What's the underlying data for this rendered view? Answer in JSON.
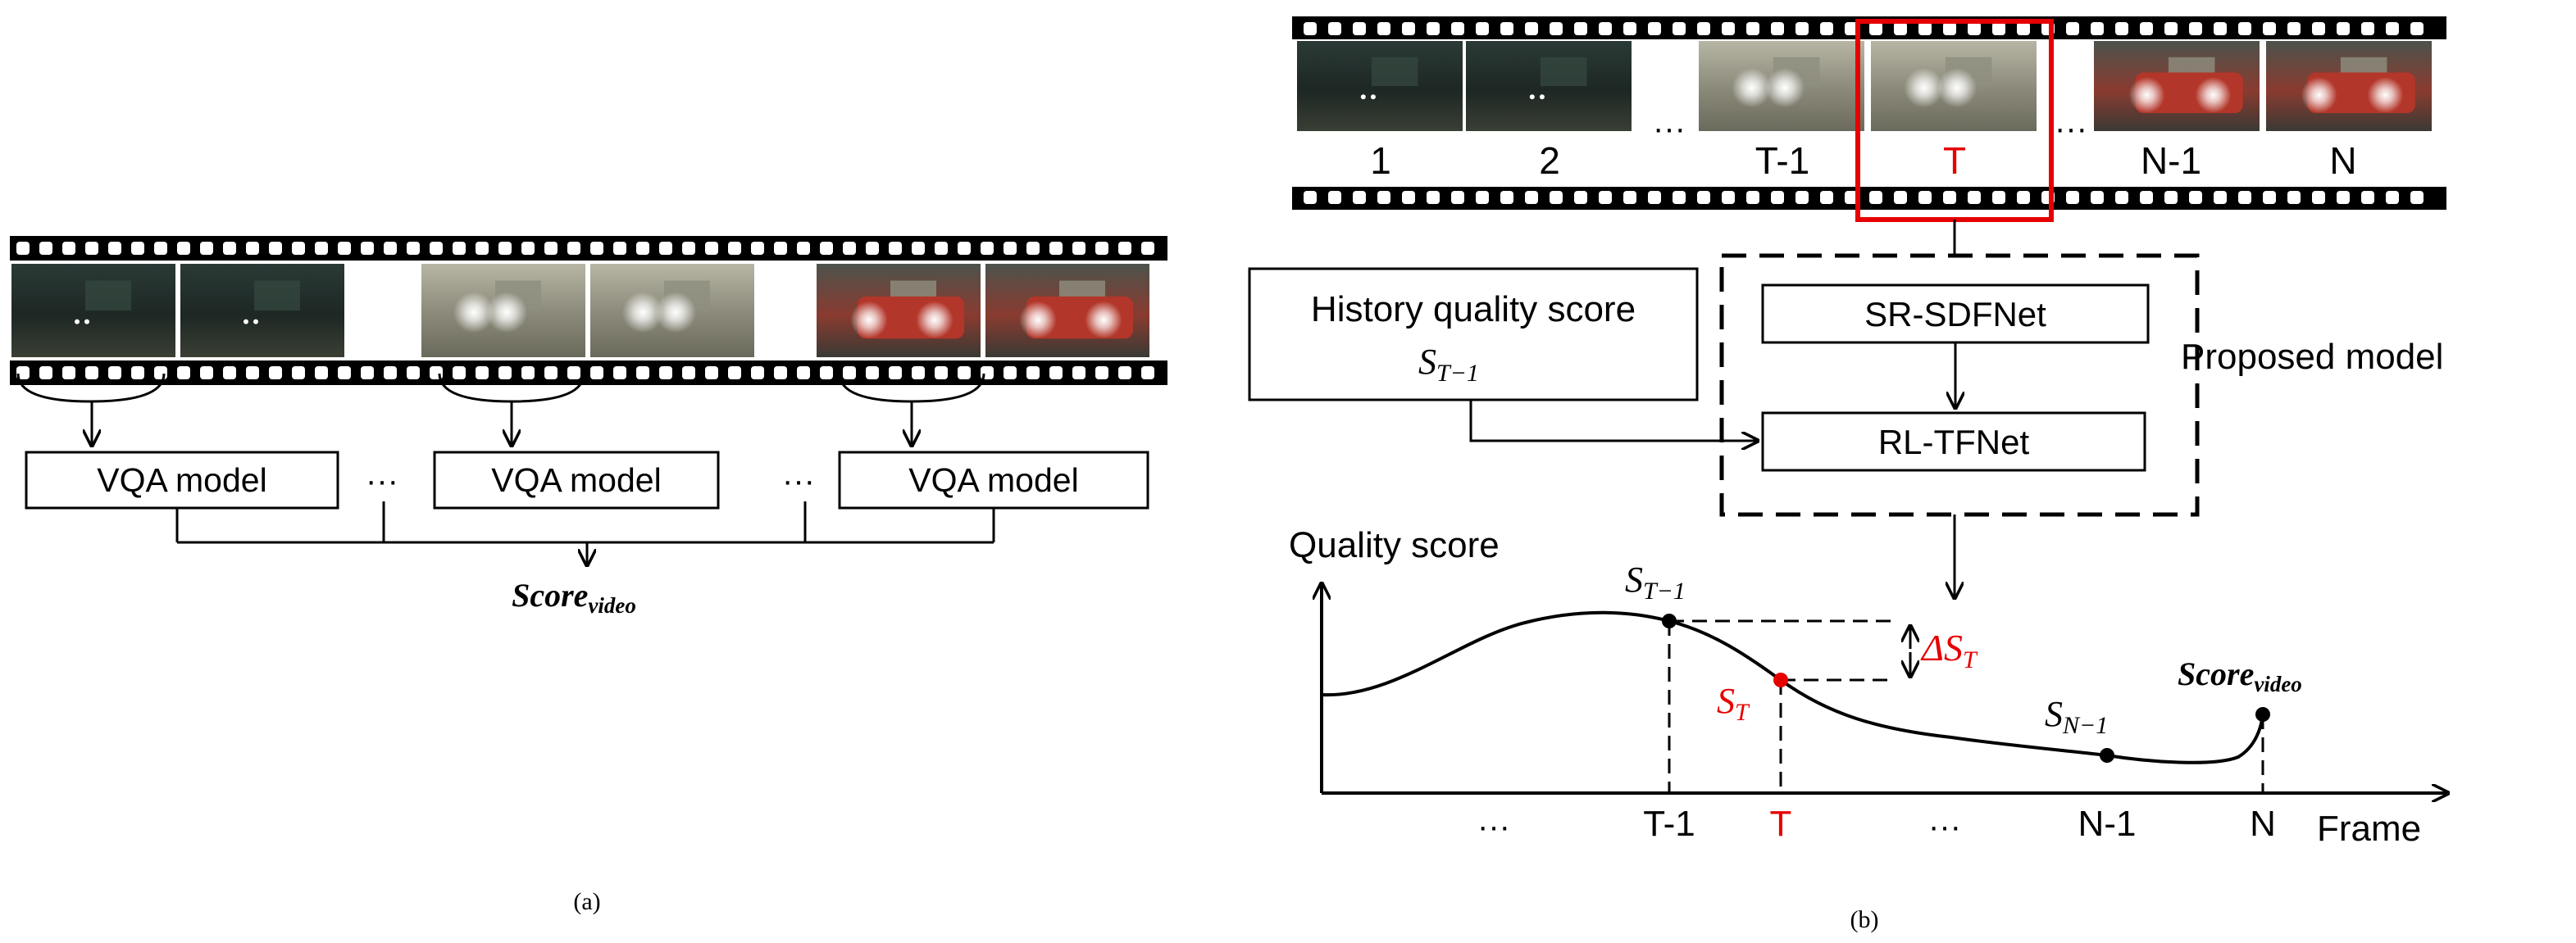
{
  "colors": {
    "accent": "#e60000",
    "ink": "#000000",
    "frame_dark": "#1f2a26",
    "frame_fog": "#7d7c6f",
    "frame_car": "#b2483a"
  },
  "panel_a": {
    "caption": "(a)",
    "model_label": "VQA model",
    "ellipsis": "···",
    "output_main": "Score",
    "output_sub": "video"
  },
  "panel_b": {
    "caption": "(b)",
    "frame_labels": [
      "1",
      "2",
      "T-1",
      "T",
      "N-1",
      "N"
    ],
    "ellipsis": "···",
    "history_label": "History quality score",
    "history_var_main": "S",
    "history_var_sub": "T−1",
    "module_top": "SR-SDFNet",
    "module_bottom": "RL-TFNet",
    "proposed_label": "Proposed model",
    "graph": {
      "y_label": "Quality score",
      "x_label": "Frame",
      "tick_labels": [
        "T-1",
        "T",
        "N-1",
        "N"
      ],
      "ellipsis": "···",
      "point_prev_main": "S",
      "point_prev_sub": "T−1",
      "point_curr_main": "S",
      "point_curr_sub": "T",
      "point_n1_main": "S",
      "point_n1_sub": "N−1",
      "delta_main": "ΔS",
      "delta_sub": "T",
      "final_main": "Score",
      "final_sub": "video"
    }
  }
}
